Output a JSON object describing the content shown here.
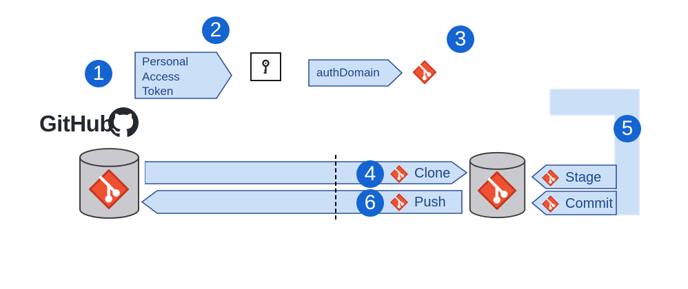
{
  "diagram": {
    "github": {
      "wordmark": "GitHub"
    },
    "steps": [
      "1",
      "2",
      "3",
      "4",
      "5",
      "6"
    ],
    "pat": {
      "lines": [
        "Personal",
        "Access",
        "Token"
      ]
    },
    "auth": {
      "label": "authDomain"
    },
    "actions": {
      "clone": "Clone",
      "push": "Push",
      "stage": "Stage",
      "commit": "Commit"
    }
  },
  "icons": {
    "key": "key-icon",
    "git": "git-logo-icon",
    "octocat": "github-octocat-icon",
    "repository": "database-cylinder-icon"
  },
  "colors": {
    "badge_blue": "#1464d2",
    "shape_fill": "#cbdff7",
    "shape_border": "#2f5496",
    "label_navy": "#1c4587",
    "git_red": "#f05133",
    "git_red_border": "#c5351d",
    "cylinder_gray": "#c9c9ce",
    "github_dark": "#24292e",
    "dashed_line": "#000000"
  }
}
